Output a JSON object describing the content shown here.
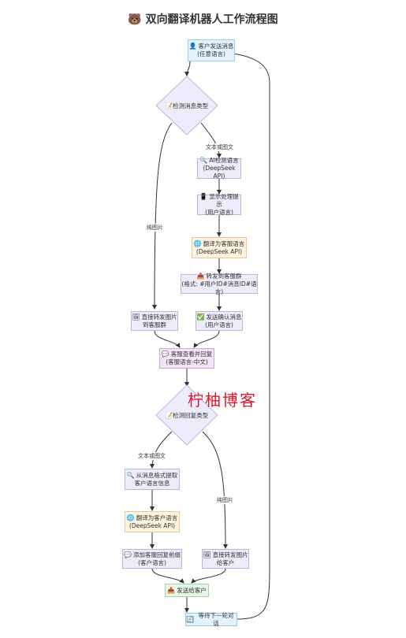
{
  "title": "🐻 双向翻译机器人工作流程图",
  "watermark": "柠柚博客",
  "nodes": {
    "start": {
      "icon": "👤",
      "line1": "客户发送消息",
      "line2": "(任意语言)"
    },
    "check_type": {
      "icon": "📝",
      "text": "检测消息类型"
    },
    "detect_lang": {
      "icon": "🔍",
      "line1": "AI检测语言",
      "line2": "(DeepSeek API)"
    },
    "show_processing": {
      "icon": "📱",
      "line1": "显示处理提示",
      "line2": "(用户语言)"
    },
    "translate_to_agent": {
      "icon": "🌐",
      "line1": "翻译为客服语言",
      "line2": "(DeepSeek API)"
    },
    "forward_group": {
      "icon": "📤",
      "line1": "转发到客服群",
      "line2": "(格式: #用户ID#消息ID#语言)"
    },
    "forward_image": {
      "icon": "🖼",
      "line1": "直接转发图片",
      "line2": "到客服群"
    },
    "send_confirm": {
      "icon": "✅",
      "line1": "发送确认消息",
      "line2": "(用户语言)"
    },
    "agent_reply": {
      "icon": "💬",
      "line1": "客服查看并回复",
      "line2": "(客服语言-中文)"
    },
    "check_reply": {
      "icon": "📝",
      "text": "检测回复类型"
    },
    "extract_lang": {
      "icon": "🔍",
      "line1": "从消息格式提取",
      "line2": "客户语言信息"
    },
    "translate_to_customer": {
      "icon": "🌐",
      "line1": "翻译为客户语言",
      "line2": "(DeepSeek API)"
    },
    "add_prefix": {
      "icon": "💬",
      "line1": "添加客服回复前缀",
      "line2": "(客户语言)"
    },
    "forward_image_customer": {
      "icon": "🖼",
      "line1": "直接转发图片",
      "line2": "给客户"
    },
    "send_customer": {
      "icon": "📤",
      "text": "发送给客户"
    },
    "wait_next": {
      "icon": "🔄",
      "text": "等待下一轮对话"
    }
  },
  "edge_labels": {
    "text_or_image_1": "文本或图文",
    "image_only_1": "纯图片",
    "text_or_image_2": "文本或图文",
    "image_only_2": "纯图片"
  }
}
